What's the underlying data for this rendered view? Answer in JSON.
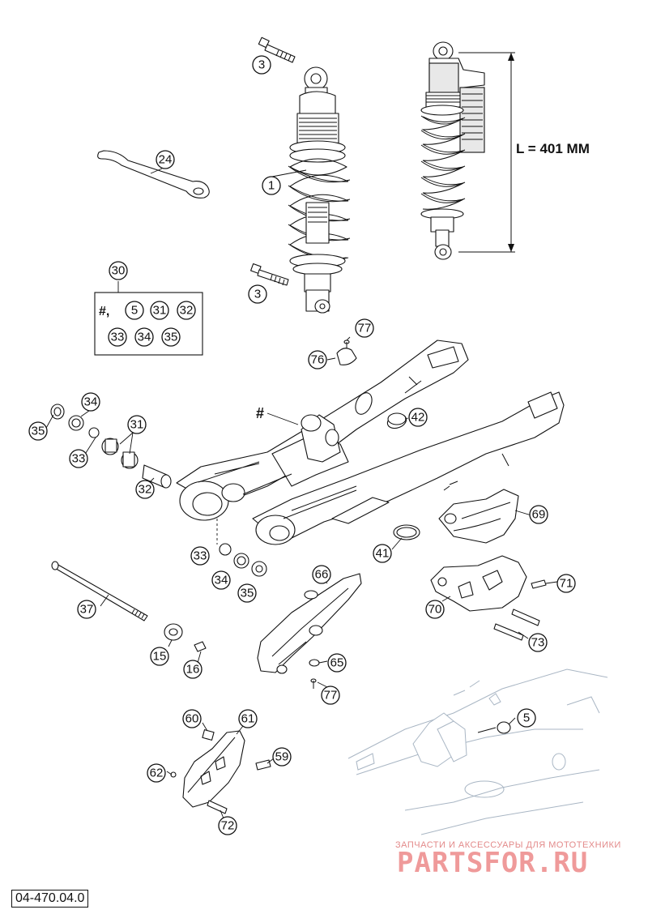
{
  "dimension_label": "L = 401 MM",
  "kit_box": {
    "callout": "30",
    "row1_prefix": "#,",
    "row1_items": [
      "5",
      "31",
      "32"
    ],
    "row2_items": [
      "33",
      "34",
      "35"
    ]
  },
  "hash_marker": "#",
  "callouts": {
    "c3_top": "3",
    "c1": "1",
    "c24": "24",
    "c3_bottom": "3",
    "c77_top": "77",
    "c76": "76",
    "c42": "42",
    "c34_top": "34",
    "c35_left": "35",
    "c31": "31",
    "c33_left": "33",
    "c32": "32",
    "c69": "69",
    "c41": "41",
    "c33_mid": "33",
    "c34_mid": "34",
    "c35_mid": "35",
    "c66": "66",
    "c71": "71",
    "c70": "70",
    "c73": "73",
    "c37": "37",
    "c15": "15",
    "c16": "16",
    "c65": "65",
    "c77_bottom": "77",
    "c5": "5",
    "c60": "60",
    "c61": "61",
    "c59": "59",
    "c62": "62",
    "c72": "72"
  },
  "watermark": {
    "top_line": "ЗАПЧАСТИ И АКСЕССУАРЫ ДЛЯ МОТОТЕХНИКИ",
    "main": "PARTSFOR.RU"
  },
  "reference_code": "04-470.04.0"
}
